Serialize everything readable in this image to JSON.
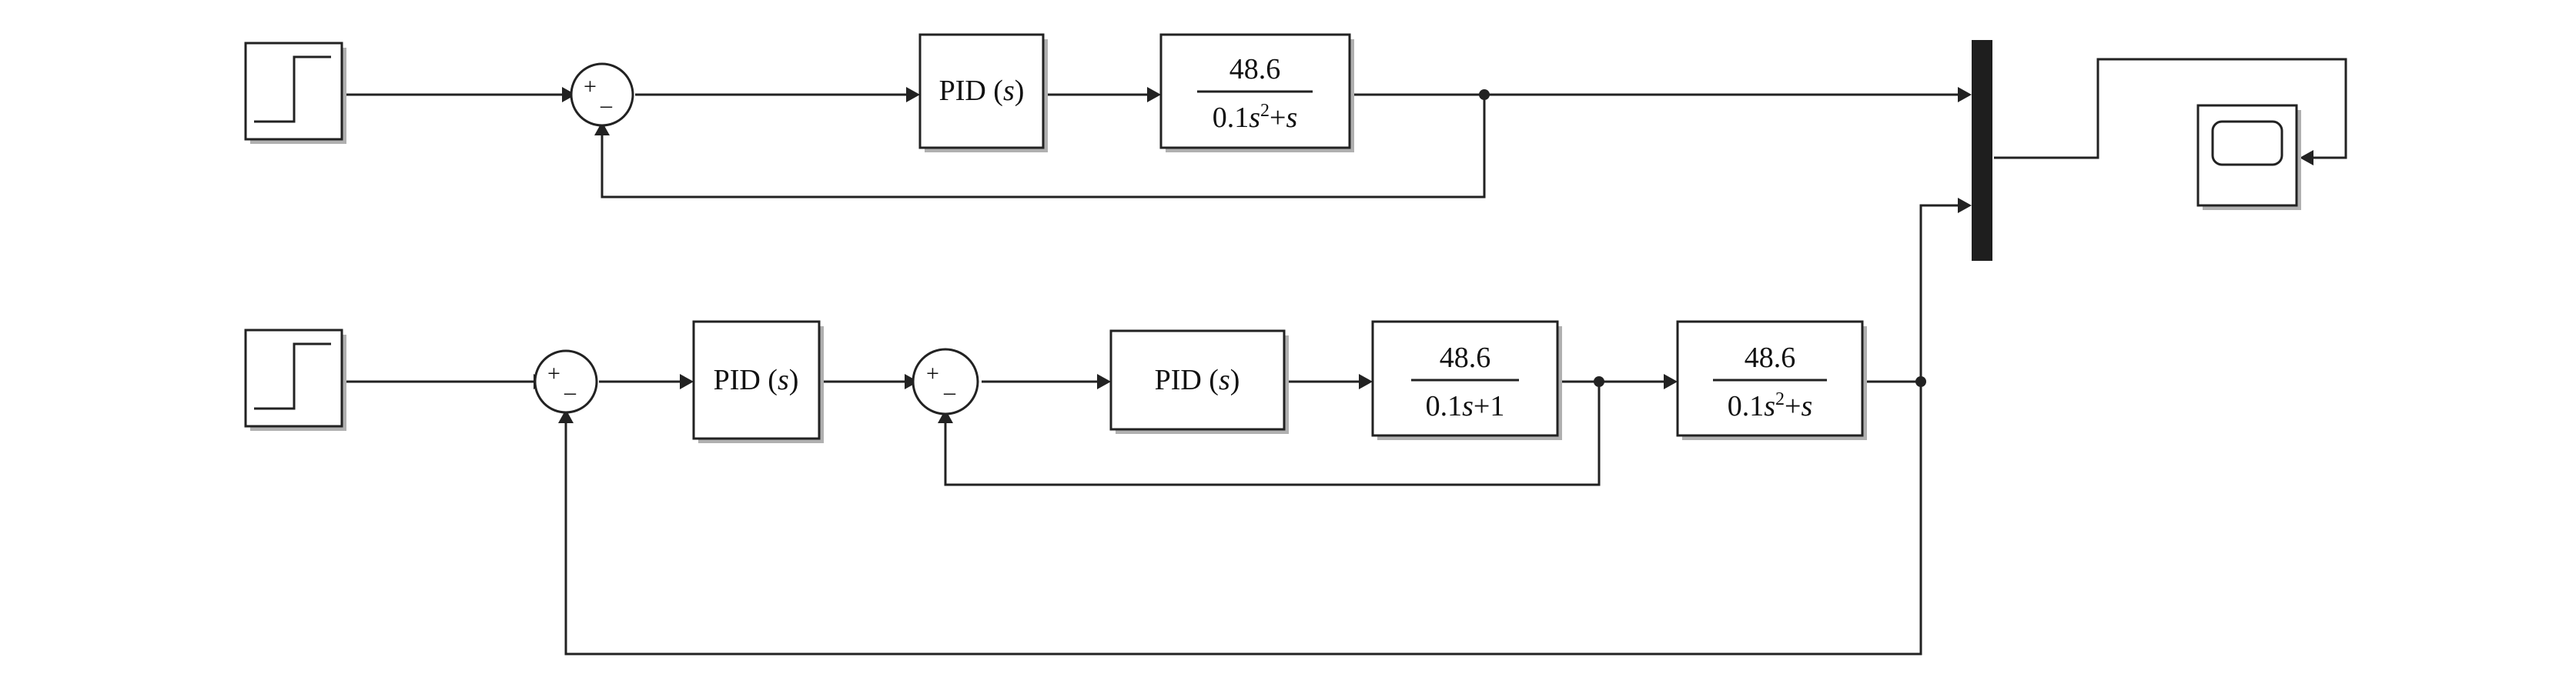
{
  "diagram": {
    "type": "simulink-block-diagram",
    "loop1": {
      "sum": {
        "plus": "+",
        "minus": "–"
      },
      "pid": {
        "label": "PID (",
        "var": "s",
        "close": ")"
      },
      "plant": {
        "num": "48.6",
        "den_a": "0.1",
        "den_s1": "s",
        "den_exp": "2",
        "den_plus": "+",
        "den_s2": "s"
      }
    },
    "loop2": {
      "outer_sum": {
        "plus": "+",
        "minus": "–"
      },
      "outer_pid": {
        "label": "PID (",
        "var": "s",
        "close": ")"
      },
      "inner_sum": {
        "plus": "+",
        "minus": "–"
      },
      "inner_pid": {
        "label": "PID (",
        "var": "s",
        "close": ")"
      },
      "inner_plant": {
        "num": "48.6",
        "den_a": "0.1",
        "den_s": "s",
        "den_rest": "+1"
      },
      "outer_plant": {
        "num": "48.6",
        "den_a": "0.1",
        "den_s1": "s",
        "den_exp": "2",
        "den_plus": "+",
        "den_s2": "s"
      }
    },
    "icons": [
      "step-source-icon",
      "mux-bar-icon",
      "scope-icon"
    ]
  }
}
